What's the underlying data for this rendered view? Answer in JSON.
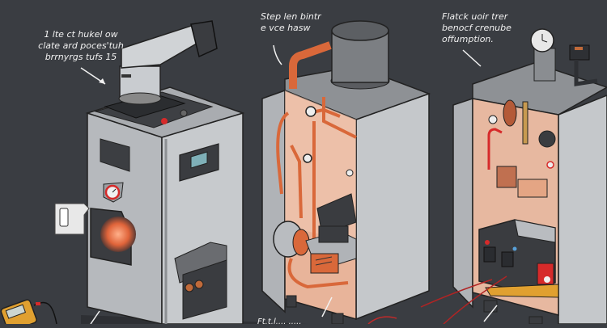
{
  "figure": {
    "title": "Boiler / furnace cutaway illustrations",
    "background": "#3a3d42",
    "accent_copper": "#d9683a",
    "accent_red": "#d62a2a",
    "panel_gray": "#b9bcc0"
  },
  "annotations": [
    {
      "id": "note-left",
      "text": "1 lte ct hukel ow\nclate ard poces'tuh\nbrrnyrgs tufs  15"
    },
    {
      "id": "note-middle",
      "text": "Step len bintr\ne vce hasw"
    },
    {
      "id": "note-right",
      "text": "Flatck uoir trer\nbenocf crenube\noffumption."
    },
    {
      "id": "note-bottom",
      "text": "Ft.t.l.... ....."
    }
  ],
  "units": [
    {
      "name": "closed-boiler",
      "parts": [
        "flue-pipe",
        "top-control-panel",
        "lcd-display",
        "pressure-gauge",
        "burner-window",
        "lower-access-panel"
      ]
    },
    {
      "name": "cutaway-boiler",
      "parts": [
        "flue-cylinder",
        "copper-piping",
        "gauges",
        "heat-exchanger",
        "pump-motor",
        "control-box"
      ]
    },
    {
      "name": "cutaway-boiler-with-meter",
      "parts": [
        "top-clock-gauge",
        "expansion-tank",
        "copper-piping",
        "control-module",
        "test-leads"
      ]
    }
  ],
  "tools": [
    {
      "name": "multimeter",
      "color": "#e0a030"
    }
  ]
}
